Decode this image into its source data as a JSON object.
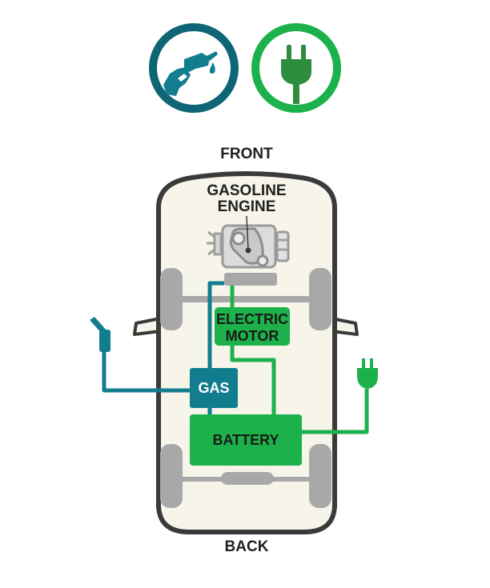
{
  "labels": {
    "front": "FRONT",
    "back": "BACK",
    "engine_line1": "GASOLINE",
    "engine_line2": "ENGINE",
    "motor_line1": "ELECTRIC",
    "motor_line2": "MOTOR",
    "gas": "GAS",
    "battery": "BATTERY"
  },
  "icons": {
    "fuel": "gas-pump-nozzle-icon",
    "electric": "electric-plug-icon"
  },
  "colors": {
    "gas_teal": "#137d90",
    "gas_ring": "#0e6576",
    "electric_green": "#1db14b",
    "electric_dark": "#2e8c3e",
    "car_body": "#f7f5ea",
    "car_outline": "#3a3a3a",
    "wheel_gray": "#a8a8a8"
  }
}
